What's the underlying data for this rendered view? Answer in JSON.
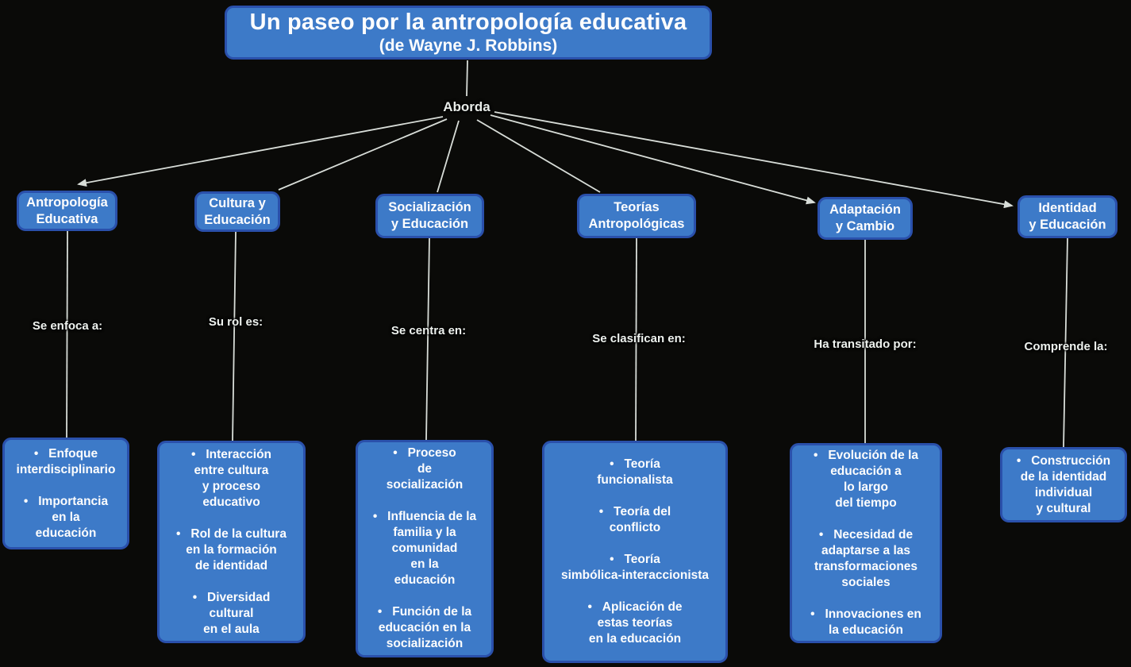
{
  "colors": {
    "background": "#0a0a08",
    "node_fill": "#3d7ac8",
    "node_border": "#2a50ab",
    "connector_line": "#d8ddd8",
    "text": "#fdfdfd"
  },
  "title": {
    "main": "Un paseo por la antropología educativa",
    "sub": "(de Wayne J. Robbins)"
  },
  "root_label": "Aborda",
  "branches": [
    {
      "topic": "Antropología\nEducativa",
      "relation": "Se enfoca a:",
      "items": [
        "•   Enfoque\ninterdisciplinario",
        "•   Importancia\nen la\neducación"
      ]
    },
    {
      "topic": "Cultura y\nEducación",
      "relation": "Su rol es:",
      "items": [
        "•   Interacción\nentre cultura\ny proceso\neducativo",
        "•   Rol de la cultura\nen la formación\nde identidad",
        "•   Diversidad\ncultural\nen el aula"
      ]
    },
    {
      "topic": "Socialización\ny Educación",
      "relation": "Se centra en:",
      "items": [
        "•   Proceso\nde\nsocialización",
        "•   Influencia de la\nfamilia y la\ncomunidad\nen la\neducación",
        "•   Función de la\neducación en la\nsocialización"
      ]
    },
    {
      "topic": "Teorías\nAntropológicas",
      "relation": "Se clasifican en:",
      "items": [
        "•   Teoría\nfuncionalista",
        "•   Teoría del\nconflicto",
        "•   Teoría\nsimbólica-interaccionista",
        "•   Aplicación de\nestas teorías\nen la educación"
      ]
    },
    {
      "topic": "Adaptación\ny Cambio",
      "relation": "Ha transitado por:",
      "items": [
        "•   Evolución de la\neducación a\nlo largo\ndel tiempo",
        "•   Necesidad de\nadaptarse a las\ntransformaciones\nsociales",
        "•   Innovaciones en\nla educación"
      ]
    },
    {
      "topic": "Identidad\ny Educación",
      "relation": "Comprende la:",
      "items": [
        "•   Construcción\nde la identidad\nindividual\ny cultural"
      ]
    }
  ]
}
